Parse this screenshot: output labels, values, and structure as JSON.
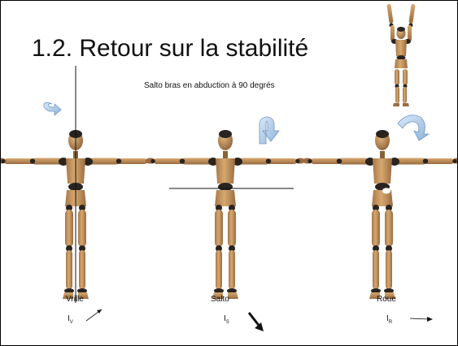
{
  "slide": {
    "title": "1.2. Retour sur la stabilité",
    "subtitle": "Salto bras en abduction à 90 degrés"
  },
  "figures": [
    {
      "label": "Vrille",
      "symbol": "I",
      "subscript": "V"
    },
    {
      "label": "Salto",
      "symbol": "I",
      "subscript": "S"
    },
    {
      "label": "Roue",
      "symbol": "I",
      "subscript": "R"
    }
  ],
  "colors": {
    "wood": "#c99a63",
    "wood_dark": "#8a6238",
    "joint": "#2a2420",
    "rotation_arrow": "#a9c8e8"
  }
}
